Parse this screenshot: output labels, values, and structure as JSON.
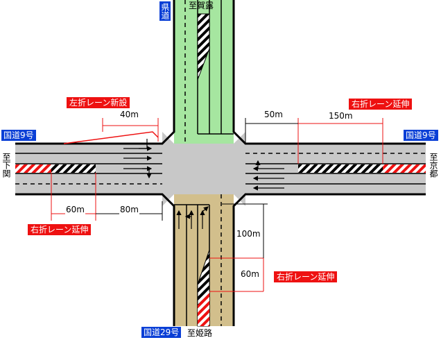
{
  "labels": {
    "route9_left": "国道9号",
    "route9_right": "国道9号",
    "route29": "国道29号",
    "prefectural_road": "県道",
    "to_shimonoseki": "至下関",
    "to_kyoto": "至京都",
    "to_kasuga": "至賀露",
    "to_himeji": "至姫路"
  },
  "annotations": {
    "left_turn_new": "左折レーン新設",
    "right_turn_ext_west": "右折レーン延伸",
    "right_turn_ext_east": "右折レーン延伸",
    "right_turn_ext_south": "右折レーン延伸"
  },
  "dimensions": {
    "d40": "40m",
    "d60_west": "60m",
    "d80": "80m",
    "d50": "50m",
    "d150": "150m",
    "d100": "100m",
    "d60_south": "60m"
  },
  "colors": {
    "road_gray": "#c8c8c8",
    "north_green": "#a6e6a0",
    "south_tan": "#d2bf8c",
    "route_box_blue": "#0a3fd6",
    "annotation_red": "#ee1111"
  }
}
